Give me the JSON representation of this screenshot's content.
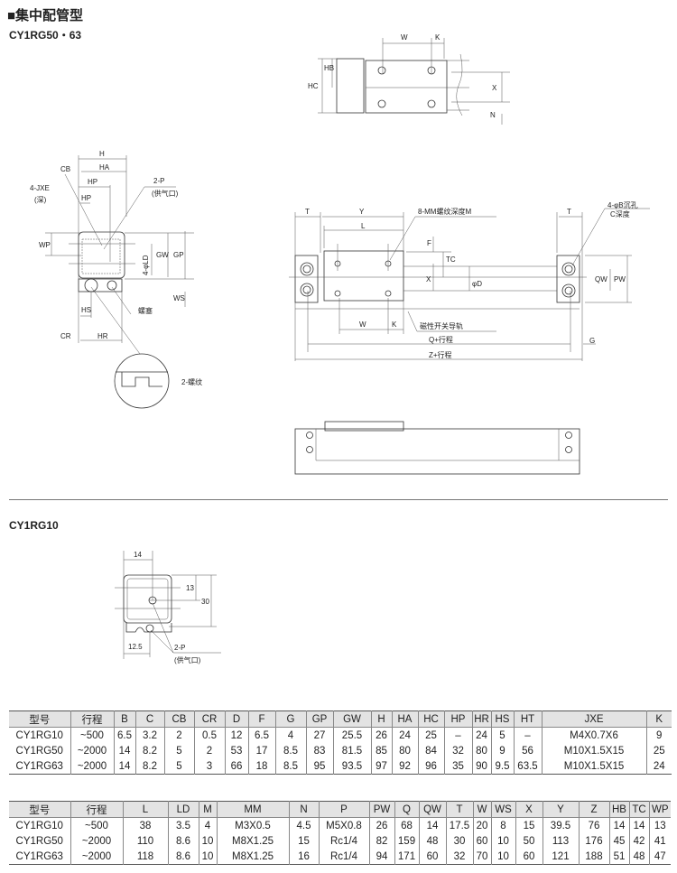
{
  "title": "■集中配管型",
  "subtitle_50_63": "CY1RG50・63",
  "subtitle_10": "CY1RG10",
  "top_view": {
    "W": "W",
    "K": "K",
    "HB": "HB",
    "HC": "HC",
    "X": "X",
    "N": "N"
  },
  "side_view": {
    "H": "H",
    "HA": "HA",
    "HP": "HP",
    "HP2": "HP",
    "CB": "CB",
    "JXE": "4-JXE",
    "JXE_note": "(深)",
    "P": "2-P",
    "P_note": "(供气口)",
    "WP": "WP",
    "GW": "GW",
    "GP": "GP",
    "LD": "4-φLD",
    "WS": "WS",
    "plug": "螺塞",
    "HS": "HS",
    "CR": "CR",
    "HR": "HR",
    "thread": "2-螺纹"
  },
  "front_view": {
    "T": "T",
    "Y": "Y",
    "L": "L",
    "MM": "8-MM螺纹深度M",
    "F": "F",
    "TC": "TC",
    "X": "X",
    "D": "φD",
    "T2": "T",
    "B": "4-φB沉孔",
    "C": "C深度",
    "QW": "QW",
    "PW": "PW",
    "W": "W",
    "K": "K",
    "rail": "磁性开关导轨",
    "Q": "Q+行程",
    "G": "G",
    "Z": "Z+行程"
  },
  "small_view": {
    "d14": "14",
    "d13": "13",
    "d30": "30",
    "d125": "12.5",
    "P": "2-P",
    "P_note": "(供气口)"
  },
  "table1": {
    "headers": [
      "型号",
      "行程",
      "B",
      "C",
      "CB",
      "CR",
      "D",
      "F",
      "G",
      "GP",
      "GW",
      "H",
      "HA",
      "HC",
      "HP",
      "HR",
      "HS",
      "HT",
      "JXE",
      "K"
    ],
    "rows": [
      [
        "CY1RG10",
        "~500",
        "6.5",
        "3.2",
        "2",
        "0.5",
        "12",
        "6.5",
        "4",
        "27",
        "25.5",
        "26",
        "24",
        "25",
        "–",
        "24",
        "5",
        "–",
        "M4X0.7X6",
        "9"
      ],
      [
        "CY1RG50",
        "~2000",
        "14",
        "8.2",
        "5",
        "2",
        "53",
        "17",
        "8.5",
        "83",
        "81.5",
        "85",
        "80",
        "84",
        "32",
        "80",
        "9",
        "56",
        "M10X1.5X15",
        "25"
      ],
      [
        "CY1RG63",
        "~2000",
        "14",
        "8.2",
        "5",
        "3",
        "66",
        "18",
        "8.5",
        "95",
        "93.5",
        "97",
        "92",
        "96",
        "35",
        "90",
        "9.5",
        "63.5",
        "M10X1.5X15",
        "24"
      ]
    ]
  },
  "table2": {
    "headers": [
      "型号",
      "行程",
      "L",
      "LD",
      "M",
      "MM",
      "N",
      "P",
      "PW",
      "Q",
      "QW",
      "T",
      "W",
      "WS",
      "X",
      "Y",
      "Z",
      "HB",
      "TC",
      "WP"
    ],
    "rows": [
      [
        "CY1RG10",
        "~500",
        "38",
        "3.5",
        "4",
        "M3X0.5",
        "4.5",
        "M5X0.8",
        "26",
        "68",
        "14",
        "17.5",
        "20",
        "8",
        "15",
        "39.5",
        "76",
        "14",
        "14",
        "13"
      ],
      [
        "CY1RG50",
        "~2000",
        "110",
        "8.6",
        "10",
        "M8X1.25",
        "15",
        "Rc1/4",
        "82",
        "159",
        "48",
        "30",
        "60",
        "10",
        "50",
        "113",
        "176",
        "45",
        "42",
        "41"
      ],
      [
        "CY1RG63",
        "~2000",
        "118",
        "8.6",
        "10",
        "M8X1.25",
        "16",
        "Rc1/4",
        "94",
        "171",
        "60",
        "32",
        "70",
        "10",
        "60",
        "121",
        "188",
        "51",
        "48",
        "47"
      ]
    ]
  }
}
